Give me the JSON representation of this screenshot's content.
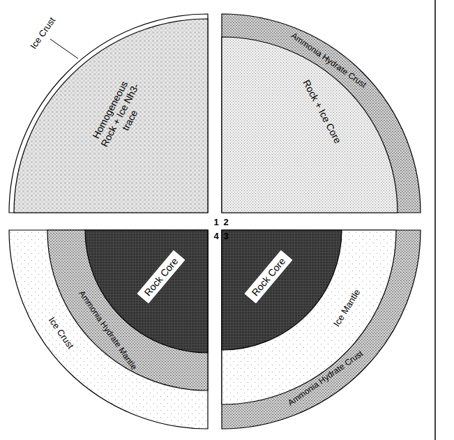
{
  "diagram": {
    "nodes": [
      {
        "text": [
          "Ice Crust"
        ]
      },
      {
        "text": [
          "Homogeneous Rock + Ice Nh3-trace"
        ],
        "in": 0
      },
      {
        "text": [
          "Ammonia Hydrate Crust"
        ]
      },
      {
        "text": [
          "Rock + Ice Core"
        ],
        "in": 2
      },
      {
        "text": [
          "Ammonia Hydrate Crust"
        ]
      },
      {
        "text": [
          "Ice Mantle"
        ],
        "in": 4
      },
      {
        "text": [
          "Rock Core"
        ],
        "in": 5
      },
      {
        "text": [
          "Ice Crust"
        ]
      },
      {
        "text": [
          "Ammonia Hydrate Mantle"
        ],
        "in": 7
      },
      {
        "text": [
          "Rock Core"
        ],
        "in": 8
      }
    ],
    "labels": [
      "1",
      "2",
      "4",
      "3"
    ]
  }
}
